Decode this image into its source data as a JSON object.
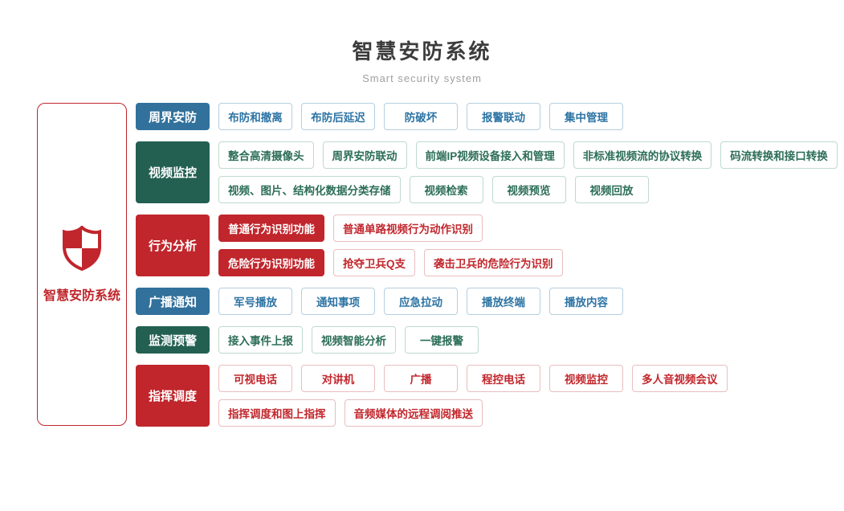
{
  "header": {
    "title": "智慧安防系统",
    "subtitle": "Smart security system"
  },
  "side_panel": {
    "label": "智慧安防系统",
    "icon": "shield-icon"
  },
  "colors": {
    "accent": "#c0262c",
    "blue": {
      "fill": "#31719c",
      "text": "#2d74a4",
      "border": "#b3cfe0"
    },
    "green": {
      "fill": "#236052",
      "text": "#2c6e58",
      "border": "#bedacd"
    },
    "red": {
      "fill": "#c0262c",
      "text": "#c2272d",
      "border": "#e9bdbf"
    }
  },
  "groups": [
    {
      "name": "周界安防",
      "color": "blue",
      "rows": [
        [
          {
            "label": "布防和撤离"
          },
          {
            "label": "布防后延迟"
          },
          {
            "label": "防破坏"
          },
          {
            "label": "报警联动"
          },
          {
            "label": "集中管理"
          }
        ]
      ]
    },
    {
      "name": "视频监控",
      "color": "green",
      "rows": [
        [
          {
            "label": "整合高清摄像头"
          },
          {
            "label": "周界安防联动"
          },
          {
            "label": "前端IP视频设备接入和管理"
          },
          {
            "label": "非标准视频流的协议转换"
          },
          {
            "label": "码流转换和接口转换"
          }
        ],
        [
          {
            "label": "视频、图片、结构化数据分类存储"
          },
          {
            "label": "视频检索"
          },
          {
            "label": "视频预览"
          },
          {
            "label": "视频回放"
          }
        ]
      ]
    },
    {
      "name": "行为分析",
      "color": "red",
      "rows": [
        [
          {
            "label": "普通行为识别功能",
            "filled": true
          },
          {
            "label": "普通单路视频行为动作识别"
          }
        ],
        [
          {
            "label": "危险行为识别功能",
            "filled": true
          },
          {
            "label": "抢夺卫兵Q支"
          },
          {
            "label": "袭击卫兵的危险行为识别"
          }
        ]
      ]
    },
    {
      "name": "广播通知",
      "color": "blue",
      "rows": [
        [
          {
            "label": "军号播放"
          },
          {
            "label": "通知事项"
          },
          {
            "label": "应急拉动"
          },
          {
            "label": "播放终端"
          },
          {
            "label": "播放内容"
          }
        ]
      ]
    },
    {
      "name": "监测预警",
      "color": "green",
      "rows": [
        [
          {
            "label": "接入事件上报"
          },
          {
            "label": "视频智能分析"
          },
          {
            "label": "一键报警"
          }
        ]
      ]
    },
    {
      "name": "指挥调度",
      "color": "red",
      "rows": [
        [
          {
            "label": "可视电话"
          },
          {
            "label": "对讲机"
          },
          {
            "label": "广播"
          },
          {
            "label": "程控电话"
          },
          {
            "label": "视频监控"
          },
          {
            "label": "多人音视频会议"
          }
        ],
        [
          {
            "label": "指挥调度和图上指挥"
          },
          {
            "label": "音频媒体的远程调阅推送"
          }
        ]
      ]
    }
  ]
}
